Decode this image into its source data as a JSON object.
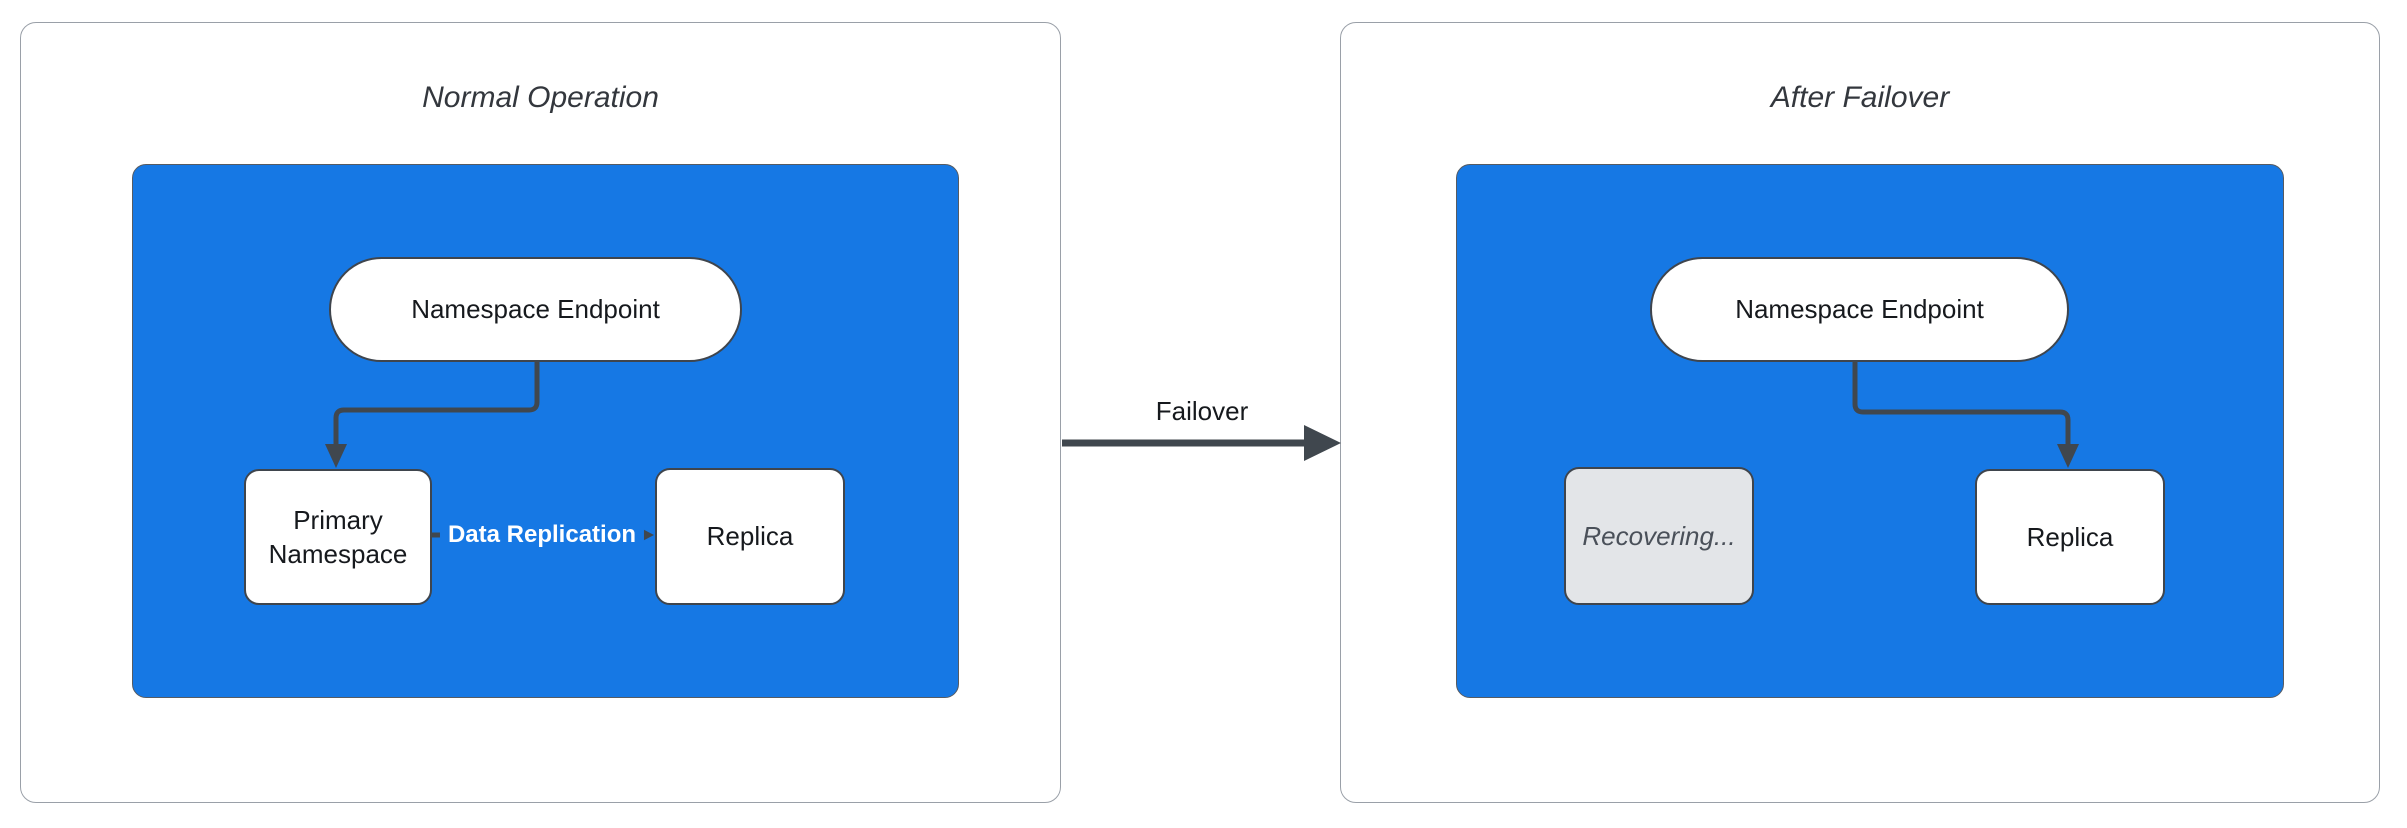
{
  "theme": {
    "canvas-bg": "#ffffff",
    "panel-border": "#9aa0a8",
    "panel-title-color": "#33373d",
    "region-blue": "#1678e4",
    "region-border": "#565b62",
    "node-bg": "#ffffff",
    "node-border": "#3f454d",
    "node-text": "#16191d",
    "muted-node-bg": "#e3e5e8",
    "muted-node-text": "#4a5059",
    "edge-color": "#40474e",
    "edge-label-color": "#ffffff"
  },
  "panels": [
    {
      "title": "Normal Operation",
      "nodes": {
        "endpoint": "Namespace Endpoint",
        "primary": "Primary Namespace",
        "replica": "Replica"
      },
      "edges": {
        "replication_label": "Data Replication"
      }
    },
    {
      "title": "After Failover",
      "nodes": {
        "endpoint": "Namespace Endpoint",
        "recovering": "Recovering...",
        "replica": "Replica"
      }
    }
  ],
  "transition": {
    "label": "Failover"
  }
}
